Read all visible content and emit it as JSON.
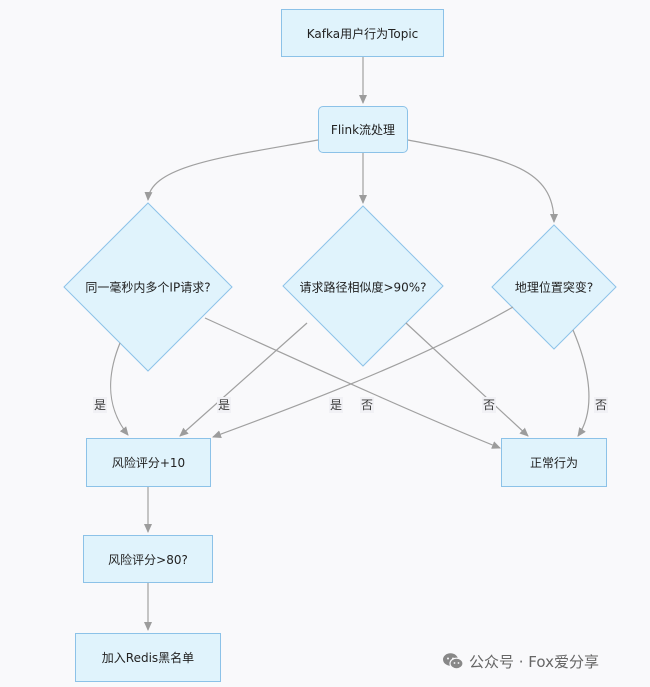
{
  "nodes": {
    "kafka": "Kafka用户行为Topic",
    "flink": "Flink流处理",
    "d1": "同一毫秒内多个IP请求?",
    "d2": "请求路径相似度>90%?",
    "d3": "地理位置突变?",
    "score_add": "风险评分+10",
    "normal": "正常行为",
    "score_check": "风险评分>80?",
    "blacklist": "加入Redis黑名单"
  },
  "edge_labels": {
    "d1_yes": "是",
    "d2_yes": "是",
    "d3_yes": "是",
    "d1_no": "否",
    "d2_no": "否",
    "d3_no": "否"
  },
  "watermark": {
    "text": "公众号 · Fox爱分享",
    "icon": "wechat-icon"
  },
  "colors": {
    "node_fill": "#e0f3fc",
    "node_border": "#8cc2e8",
    "edge": "#a0a0a0",
    "background": "#f9f9fb"
  }
}
